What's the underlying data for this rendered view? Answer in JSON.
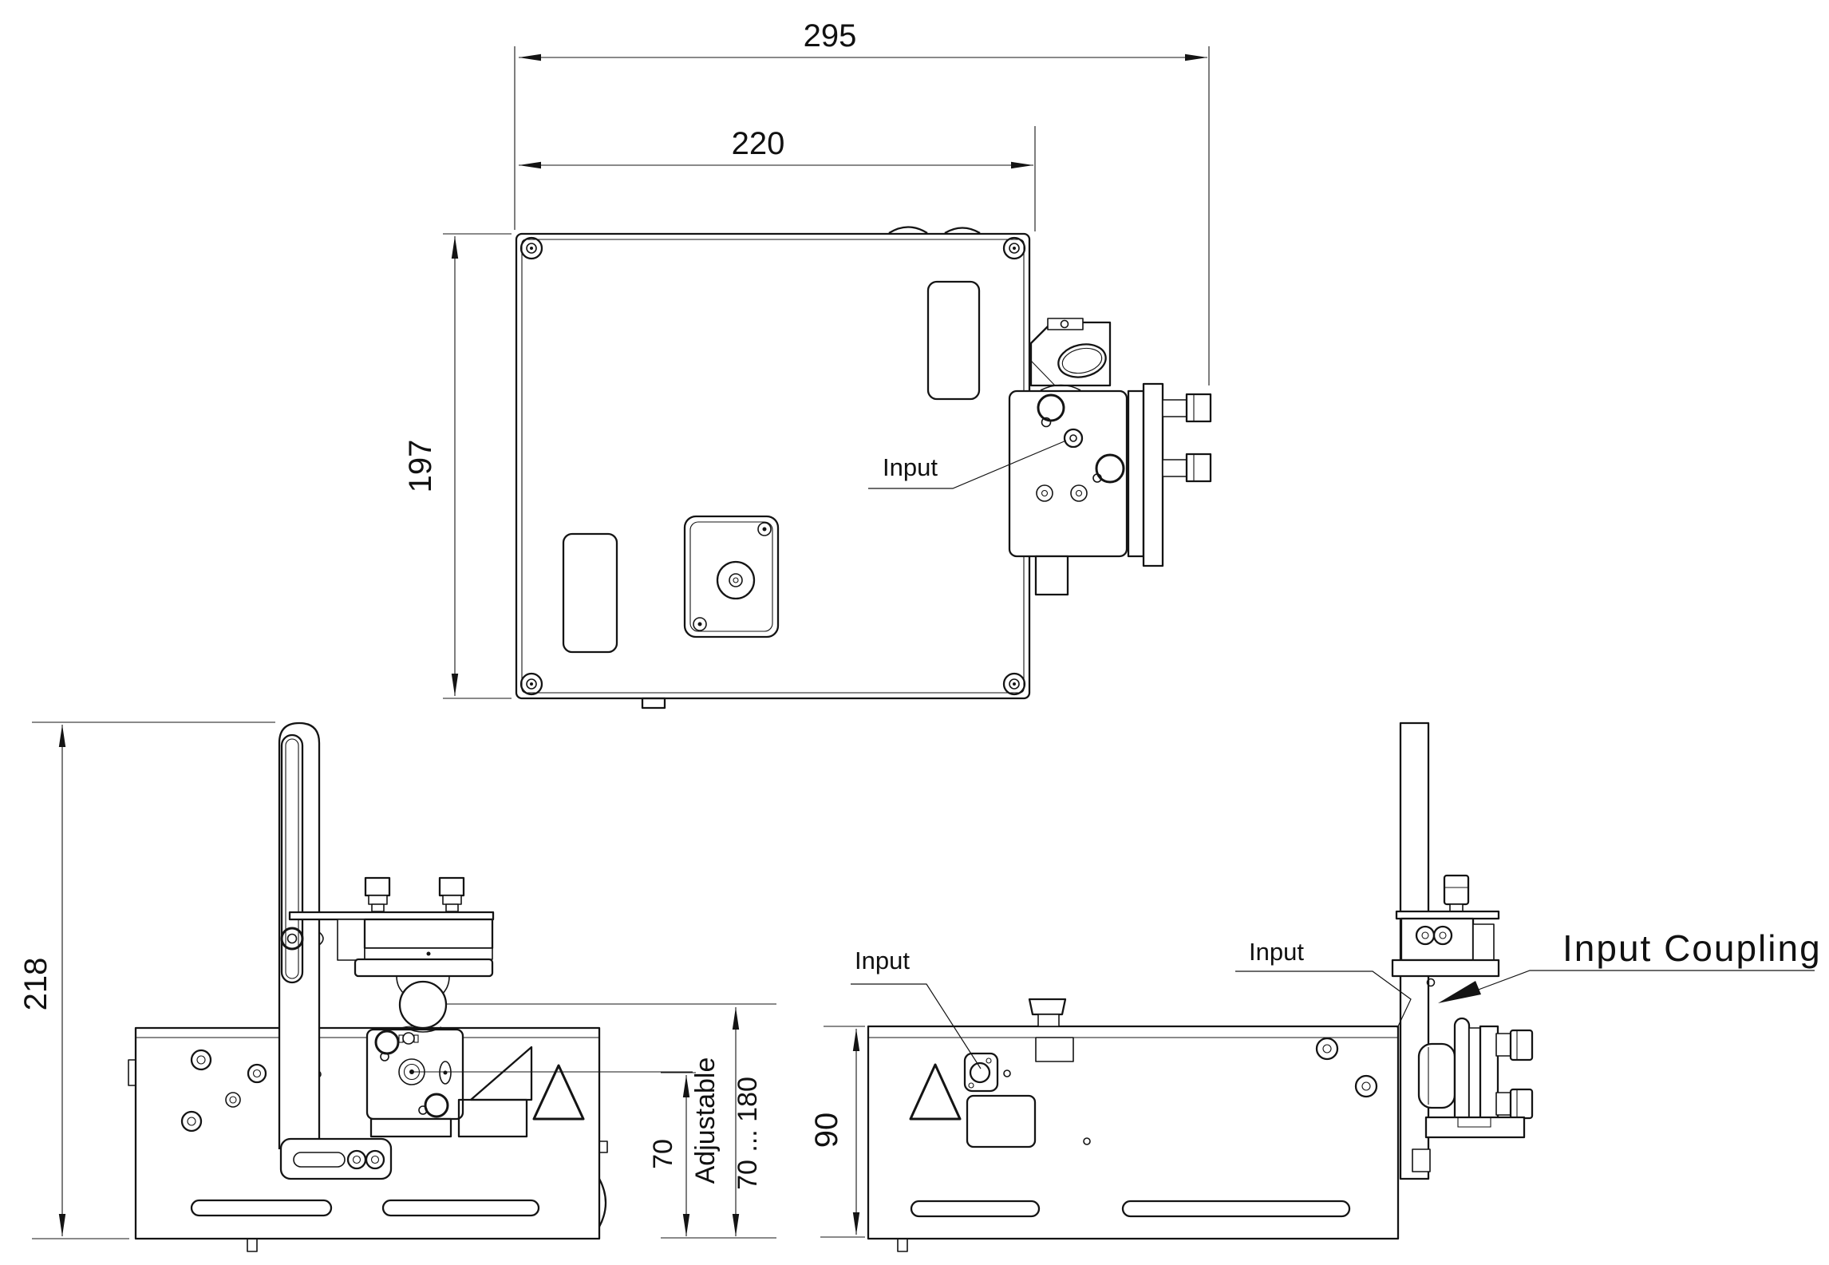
{
  "colors": {
    "line": "#141414",
    "background": "#ffffff"
  },
  "views": {
    "top": {
      "dim_overall_width": "295",
      "dim_housing_width": "220",
      "dim_housing_depth": "197",
      "label_input": "Input"
    },
    "side": {
      "dim_overall_height": "218",
      "dim_beam_height": "70",
      "adjustable_label": "Adjustable",
      "adjustable_range": "70 ... 180"
    },
    "front": {
      "dim_base_height": "90",
      "label_input": "Input",
      "label_input_pointer": "Input",
      "label_input_coupling": "Input Coupling"
    }
  }
}
